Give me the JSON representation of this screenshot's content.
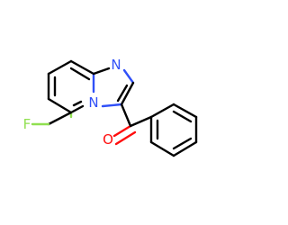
{
  "molecule": {
    "atoms": {
      "fluorine": {
        "symbol": "F",
        "color": "#90e050"
      },
      "nitrogen_top": {
        "symbol": "N",
        "color": "#3050f8"
      },
      "nitrogen_bridge": {
        "symbol": "N",
        "color": "#3050f8"
      },
      "oxygen": {
        "symbol": "O",
        "color": "#ff0d0d"
      }
    },
    "bond_color": "#000000"
  }
}
